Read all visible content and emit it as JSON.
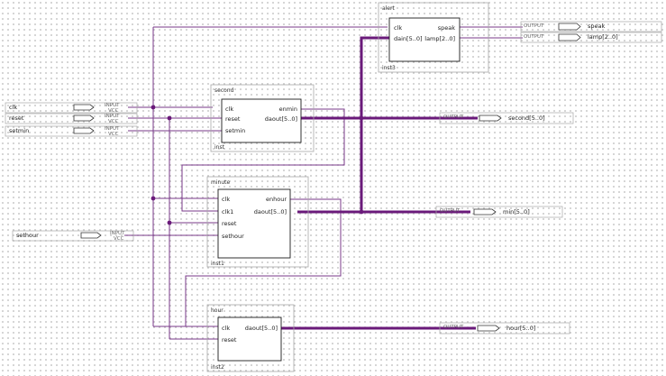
{
  "inputs": [
    {
      "name": "clk",
      "tag": "INPUT",
      "sub": "VCC"
    },
    {
      "name": "reset",
      "tag": "INPUT",
      "sub": "VCC"
    },
    {
      "name": "setmin",
      "tag": "INPUT",
      "sub": "VCC"
    },
    {
      "name": "sethour",
      "tag": "INPUT",
      "sub": "VCC"
    }
  ],
  "outputs": [
    {
      "name": "speak",
      "tag": "OUTPUT"
    },
    {
      "name": "lamp[2..0]",
      "tag": "OUTPUT"
    },
    {
      "name": "second[5..0]",
      "tag": "OUTPUT"
    },
    {
      "name": "min[5..0]",
      "tag": "OUTPUT"
    },
    {
      "name": "hour[5..0]",
      "tag": "OUTPUT"
    }
  ],
  "blocks": {
    "alert": {
      "title": "alert",
      "inst": "inst3",
      "left_ports": [
        "clk",
        "dain[5..0]"
      ],
      "right_ports": [
        "speak",
        "lamp[2..0]"
      ]
    },
    "second": {
      "title": "second",
      "inst": "inst",
      "left_ports": [
        "clk",
        "reset",
        "setmin"
      ],
      "right_ports": [
        "enmin",
        "daout[5..0]"
      ]
    },
    "minute": {
      "title": "minute",
      "inst": "inst1",
      "left_ports": [
        "clk",
        "clk1",
        "reset",
        "sethour"
      ],
      "right_ports": [
        "enhour",
        "daout[5..0]"
      ]
    },
    "hour": {
      "title": "hour",
      "inst": "inst2",
      "left_ports": [
        "clk",
        "reset"
      ],
      "right_ports": [
        "daout[5..0]"
      ]
    }
  }
}
